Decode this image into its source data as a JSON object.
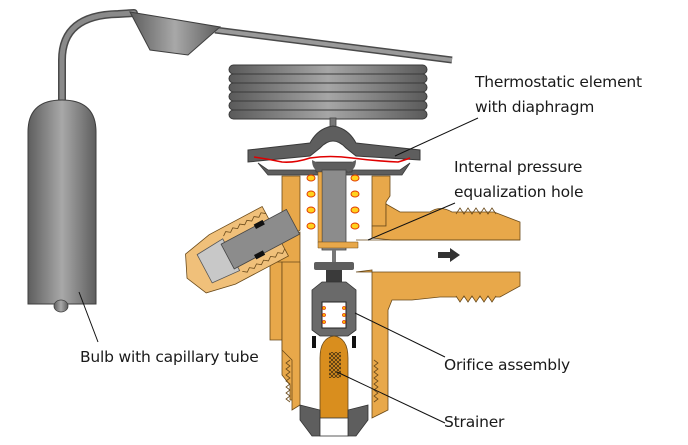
{
  "diagram": {
    "title": "Thermostatic expansion valve",
    "callouts": [
      {
        "id": "thermostatic-element",
        "lines": [
          "Thermostatic element",
          "with diaphragm"
        ]
      },
      {
        "id": "pressure-hole",
        "lines": [
          "Internal pressure",
          "equalization hole"
        ]
      },
      {
        "id": "bulb",
        "lines": [
          "Bulb with capillary tube"
        ]
      },
      {
        "id": "orifice",
        "lines": [
          "Orifice assembly"
        ]
      },
      {
        "id": "strainer",
        "lines": [
          "Strainer"
        ]
      }
    ],
    "flow_direction": "right",
    "colors": {
      "brass": "#e8a84a",
      "brass_light": "#f0c07a",
      "brass_dark": "#d98e1e",
      "steel_dark": "#555555",
      "steel_mid": "#8c8c8c",
      "steel_light": "#bdbdbd",
      "spring": "#ffd21e",
      "spring_outline": "#e23b00",
      "diaphragm": "#e00000",
      "leader": "#111111"
    }
  }
}
